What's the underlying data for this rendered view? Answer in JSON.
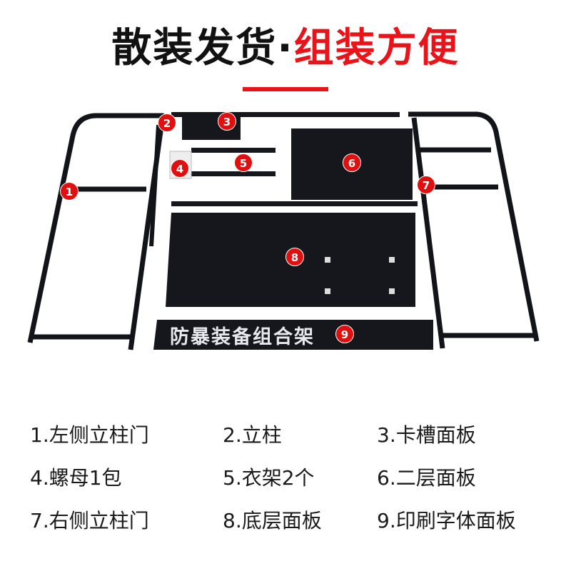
{
  "title": {
    "black": "散装发货·",
    "red": "组装方便"
  },
  "printed_panel_text": "防暴装备组合架",
  "badges": [
    "1",
    "2",
    "3",
    "4",
    "5",
    "6",
    "7",
    "8",
    "9"
  ],
  "parts": [
    "1.左侧立柱门",
    "2.立柱",
    "3.卡槽面板",
    "4.螺母1包",
    "5.衣架2个",
    "6.二层面板",
    "7.右侧立柱门",
    "8.底层面板",
    "9.印刷字体面板"
  ],
  "colors": {
    "accent": "#e8141a",
    "frame": "#111418"
  }
}
